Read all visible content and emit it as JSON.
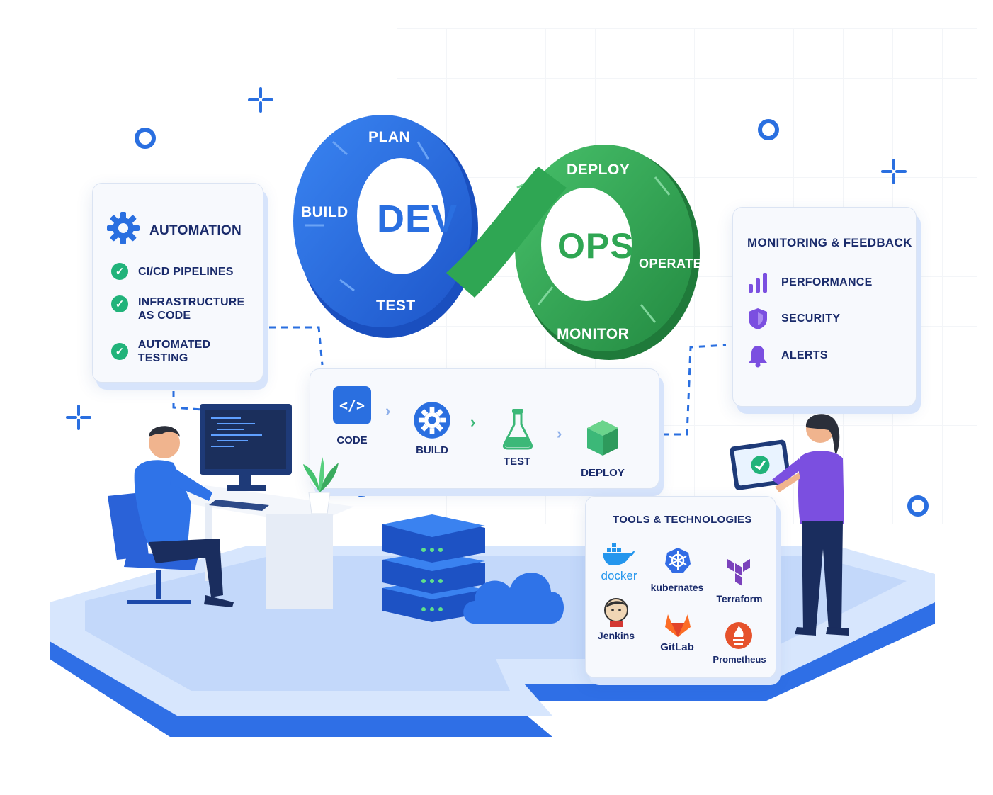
{
  "infinity": {
    "dev_label": "DEV",
    "ops_label": "OPS",
    "stages": {
      "plan": "PLAN",
      "build": "BUILD",
      "test": "TEST",
      "deploy": "DEPLOY",
      "operate": "OPERATE",
      "monitor": "MONITOR"
    },
    "colors": {
      "dev": "#2a6fe0",
      "ops": "#2fa653"
    }
  },
  "automation_card": {
    "title": "AUTOMATION",
    "icon": "gear-icon",
    "items": [
      {
        "label": "CI/CD PIPELINES",
        "icon": "check-icon"
      },
      {
        "label": "INFRASTRUCTURE\nAS CODE",
        "icon": "check-icon"
      },
      {
        "label": "AUTOMATED TESTING",
        "icon": "check-icon"
      }
    ]
  },
  "monitoring_card": {
    "title": "MONITORING & FEEDBACK",
    "items": [
      {
        "label": "PERFORMANCE",
        "icon": "bar-chart-icon"
      },
      {
        "label": "SECURITY",
        "icon": "shield-icon"
      },
      {
        "label": "ALERTS",
        "icon": "bell-icon"
      }
    ]
  },
  "pipeline": {
    "steps": [
      {
        "label": "CODE",
        "icon": "code-icon"
      },
      {
        "label": "BUILD",
        "icon": "gear-icon"
      },
      {
        "label": "TEST",
        "icon": "flask-icon"
      },
      {
        "label": "DEPLOY",
        "icon": "cube-icon"
      }
    ]
  },
  "tools_card": {
    "title": "TOOLS & TECHNOLOGIES",
    "tools": [
      {
        "label": "docker",
        "icon": "docker-icon"
      },
      {
        "label": "kubernates",
        "icon": "kubernetes-icon"
      },
      {
        "label": "Terraform",
        "icon": "terraform-icon"
      },
      {
        "label": "Jenkins",
        "icon": "jenkins-icon"
      },
      {
        "label": "GitLab",
        "icon": "gitlab-icon"
      },
      {
        "label": "Prometheus",
        "icon": "prometheus-icon"
      }
    ]
  },
  "colors": {
    "navy_text": "#1a2b6b",
    "blue": "#2a6fe0",
    "green": "#2fa653",
    "check_green": "#21b37a",
    "purple": "#7b4fe0",
    "platform": "#cfe0fb"
  }
}
